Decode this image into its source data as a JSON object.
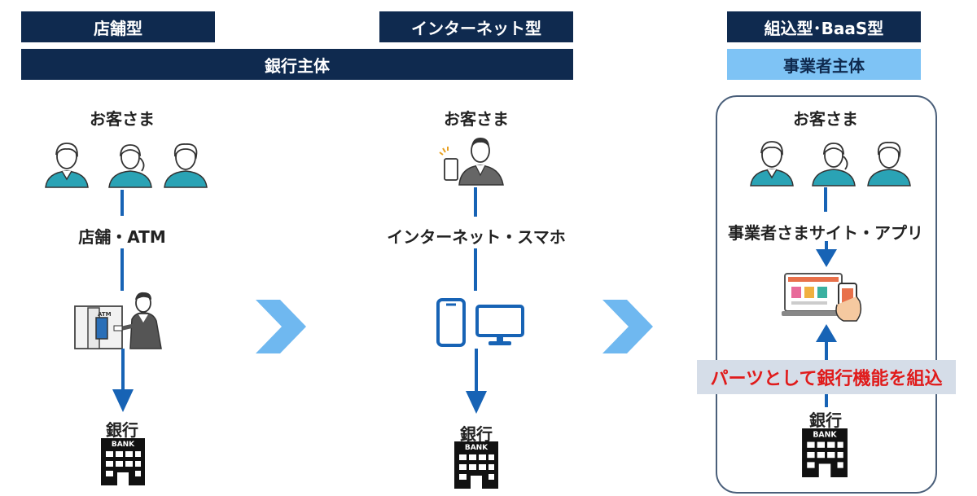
{
  "headers": {
    "store_type": "店舗型",
    "internet_type": "インターネット型",
    "embedded_type": "組込型･BaaS型",
    "bank_led": "銀行主体",
    "business_led": "事業者主体"
  },
  "columns": {
    "store": {
      "customers": "お客さま",
      "channel": "店舗・ATM",
      "atm_text": "ATM",
      "bank": "銀行",
      "bank_sign": "BANK"
    },
    "internet": {
      "customers": "お客さま",
      "channel": "インターネット・スマホ",
      "bank": "銀行",
      "bank_sign": "BANK"
    },
    "embedded": {
      "customers": "お客さま",
      "channel": "事業者さまサイト・アプリ",
      "callout": "パーツとして銀行機能を組込",
      "bank": "銀行",
      "bank_sign": "BANK"
    }
  },
  "colors": {
    "navy": "#0f2a4f",
    "light_blue": "#7ec3f5",
    "arrow_blue": "#1763b5",
    "chevron_blue": "#6fb8f0",
    "callout_red": "#e01b1b",
    "teal": "#2aa3b5"
  },
  "icons": [
    "person-icon",
    "smartphone-icon",
    "monitor-icon",
    "atm-icon",
    "bank-building-icon",
    "chevron-right-icon",
    "tablet-shop-icon"
  ]
}
